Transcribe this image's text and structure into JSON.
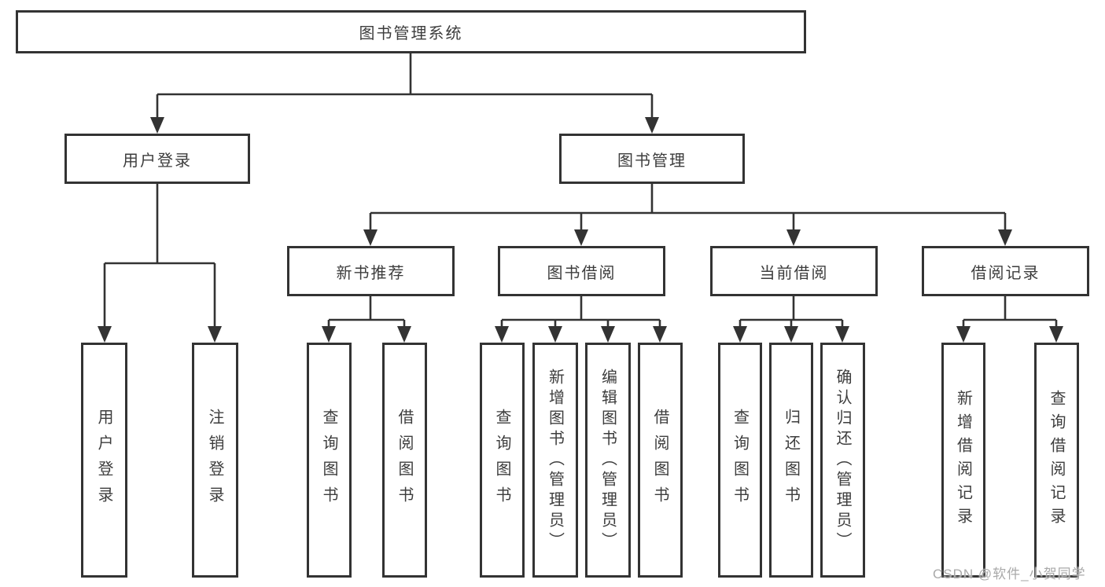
{
  "diagram": {
    "root": {
      "label": "图书管理系统"
    },
    "branches": [
      {
        "label": "用户登录",
        "children": [
          {
            "label": "用户登录"
          },
          {
            "label": "注销登录"
          }
        ]
      },
      {
        "label": "图书管理",
        "sections": [
          {
            "label": "新书推荐",
            "children": [
              {
                "label": "查询图书"
              },
              {
                "label": "借阅图书"
              }
            ]
          },
          {
            "label": "图书借阅",
            "children": [
              {
                "label": "查询图书"
              },
              {
                "label": "新增图书（管理员）"
              },
              {
                "label": "编辑图书（管理员）"
              },
              {
                "label": "借阅图书"
              }
            ]
          },
          {
            "label": "当前借阅",
            "children": [
              {
                "label": "查询图书"
              },
              {
                "label": "归还图书"
              },
              {
                "label": "确认归还（管理员）"
              }
            ]
          },
          {
            "label": "借阅记录",
            "children": [
              {
                "label": "新增借阅记录"
              },
              {
                "label": "查询借阅记录"
              }
            ]
          }
        ]
      }
    ]
  },
  "watermark": {
    "text": "CSDN @软件_小贺同学"
  },
  "colors": {
    "line": "#333333",
    "text": "#3d3d3d",
    "watermark": "#a9a9a9",
    "background": "#ffffff"
  }
}
